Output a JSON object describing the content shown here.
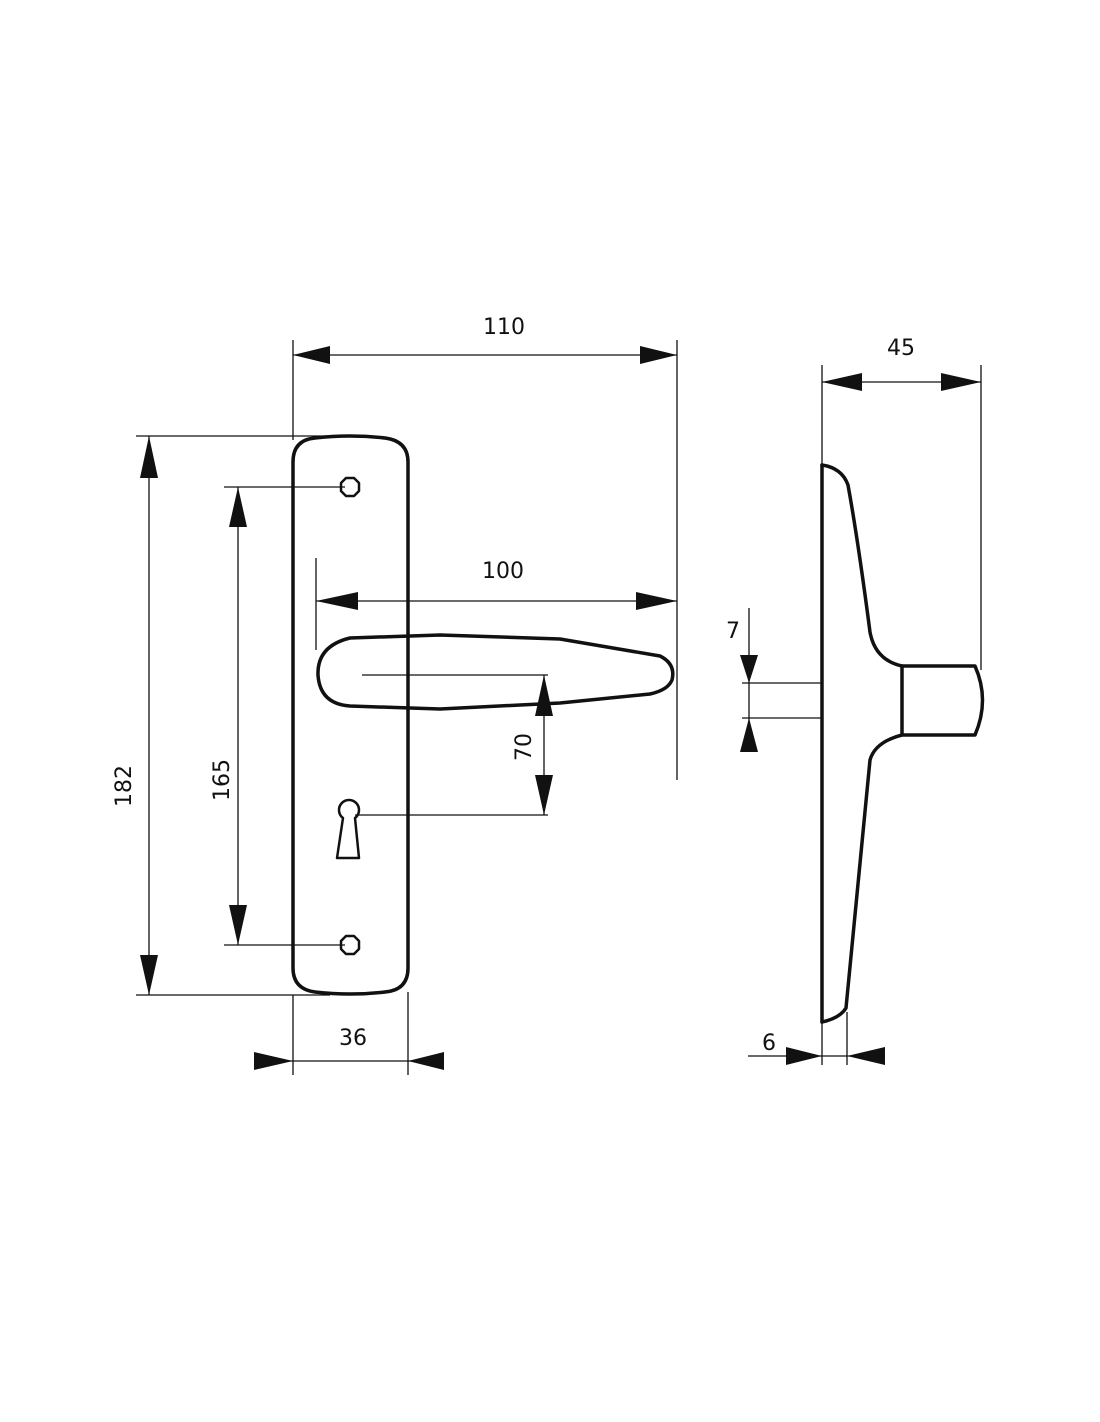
{
  "drawing": {
    "dimensions": {
      "overall_width": "110",
      "side_depth": "45",
      "handle_length": "100",
      "spindle_size": "7",
      "plate_height": "182",
      "screw_spacing": "165",
      "handle_to_keyhole": "70",
      "plate_width": "36",
      "plate_thickness": "6"
    }
  }
}
